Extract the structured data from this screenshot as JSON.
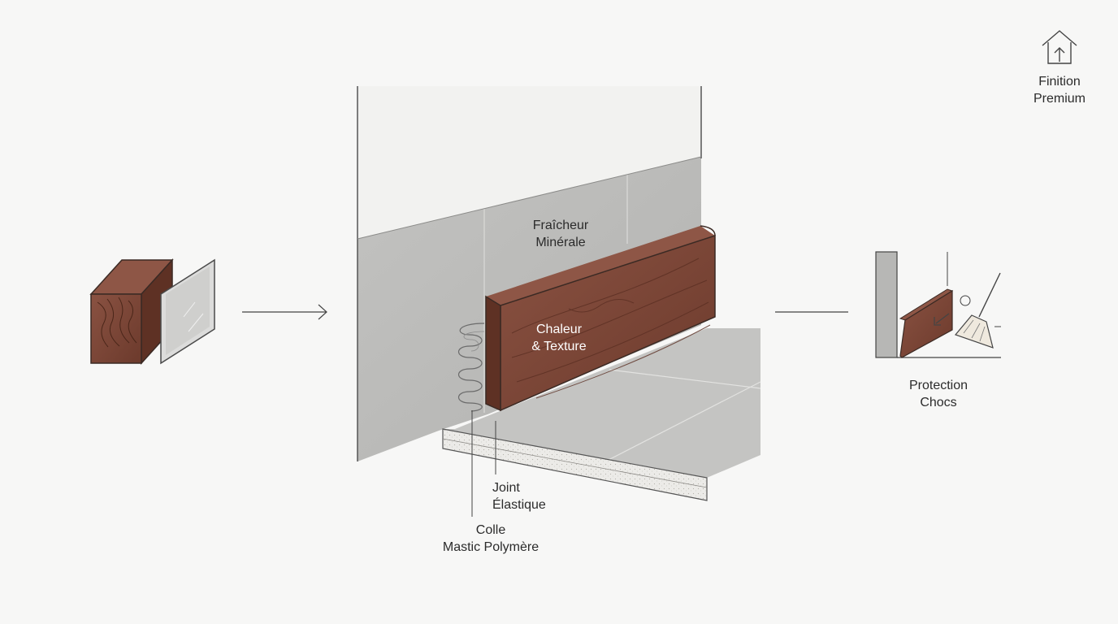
{
  "labels": {
    "premium": {
      "line1": "Finition",
      "line2": "Premium"
    },
    "mineral": {
      "line1": "Fraîcheur",
      "line2": "Minérale"
    },
    "wood": {
      "line1": "Chaleur",
      "line2": "& Texture"
    },
    "joint": {
      "line1": "Joint",
      "line2": "Élastique"
    },
    "glue": {
      "line1": "Colle",
      "line2": "Mastic Polymère"
    },
    "protection": {
      "line1": "Protection",
      "line2": "Chocs"
    }
  },
  "icons": {
    "premium": "house-upload-icon",
    "materials": "wood-and-tile-samples-icon",
    "maintenance": "broom-cleaning-icon"
  },
  "colors": {
    "background": "#f7f7f6",
    "wood": "#7a4535",
    "wood_dark": "#5b2f23",
    "tile": "#b9b9b7",
    "floor": "#c4c4c2",
    "wall": "#f3f3f1",
    "line": "#444444"
  }
}
